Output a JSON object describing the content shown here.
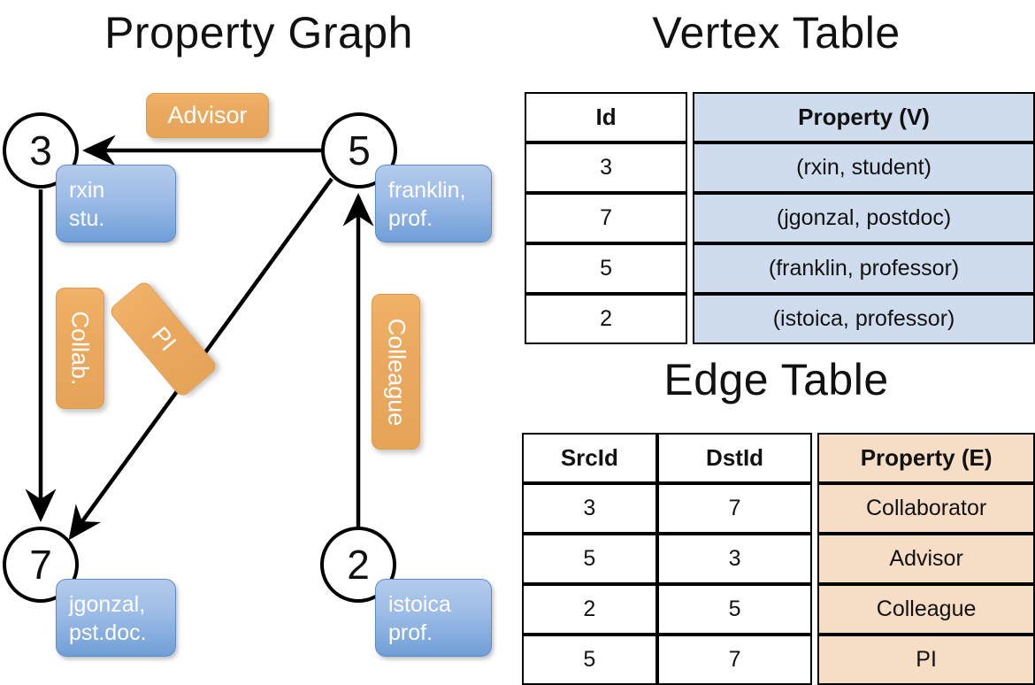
{
  "titles": {
    "property_graph": "Property Graph",
    "vertex_table": "Vertex Table",
    "edge_table": "Edge Table"
  },
  "colors": {
    "vertex_property_bg": "#cfdcee",
    "edge_property_bg": "#f6ddc5",
    "node_property_box": "#6f9fd8",
    "edge_label_box": "#e5a458",
    "stroke": "#000000"
  },
  "graph": {
    "nodes": [
      {
        "id": "3",
        "prop_line1": "rxin",
        "prop_line2": "stu."
      },
      {
        "id": "5",
        "prop_line1": "franklin,",
        "prop_line2": "prof."
      },
      {
        "id": "7",
        "prop_line1": "jgonzal,",
        "prop_line2": "pst.doc."
      },
      {
        "id": "2",
        "prop_line1": "istoica",
        "prop_line2": "prof."
      }
    ],
    "edge_labels": [
      {
        "text": "Advisor",
        "orientation": "horizontal"
      },
      {
        "text": "Collab.",
        "orientation": "vertical"
      },
      {
        "text": "PI",
        "orientation": "diagonal"
      },
      {
        "text": "Colleague",
        "orientation": "vertical"
      }
    ]
  },
  "vertex_table": {
    "headers": [
      "Id",
      "Property (V)"
    ],
    "rows": [
      {
        "id": "3",
        "property": "(rxin, student)"
      },
      {
        "id": "7",
        "property": "(jgonzal, postdoc)"
      },
      {
        "id": "5",
        "property": "(franklin, professor)"
      },
      {
        "id": "2",
        "property": "(istoica, professor)"
      }
    ]
  },
  "edge_table": {
    "headers": [
      "SrcId",
      "DstId",
      "Property (E)"
    ],
    "rows": [
      {
        "src": "3",
        "dst": "7",
        "property": "Collaborator"
      },
      {
        "src": "5",
        "dst": "3",
        "property": "Advisor"
      },
      {
        "src": "2",
        "dst": "5",
        "property": "Colleague"
      },
      {
        "src": "5",
        "dst": "7",
        "property": "PI"
      }
    ]
  }
}
